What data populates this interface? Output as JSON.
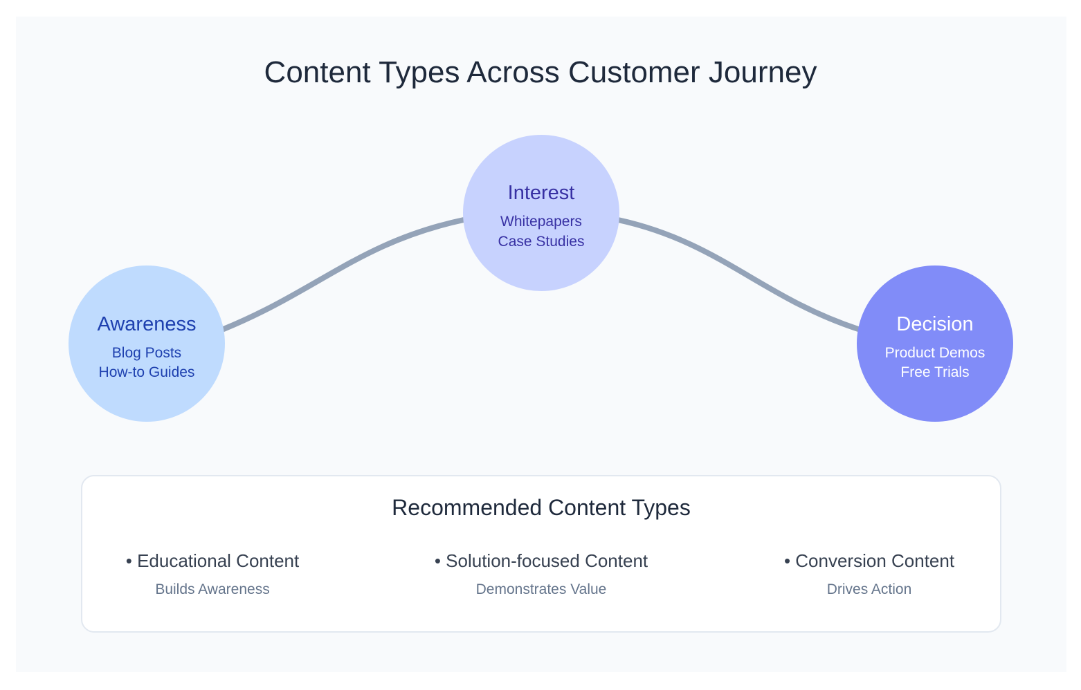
{
  "title": "Content Types Across Customer Journey",
  "stages": [
    {
      "name": "Awareness",
      "items": [
        "Blog Posts",
        "How-to Guides"
      ],
      "fill": "#bfdbfe",
      "text_color": "#1e40af"
    },
    {
      "name": "Interest",
      "items": [
        "Whitepapers",
        "Case Studies"
      ],
      "fill": "#c7d2fe",
      "text_color": "#3730a3"
    },
    {
      "name": "Decision",
      "items": [
        "Product Demos",
        "Free Trials"
      ],
      "fill": "#818cf8",
      "text_color": "#ffffff"
    }
  ],
  "connector_color": "#94a3b8",
  "background_color": "#f8fafc",
  "legend": {
    "title": "Recommended Content Types",
    "entries": [
      {
        "label": "• Educational Content",
        "sub": "Builds Awareness"
      },
      {
        "label": "• Solution-focused Content",
        "sub": "Demonstrates Value"
      },
      {
        "label": "• Conversion Content",
        "sub": "Drives Action"
      }
    ]
  }
}
